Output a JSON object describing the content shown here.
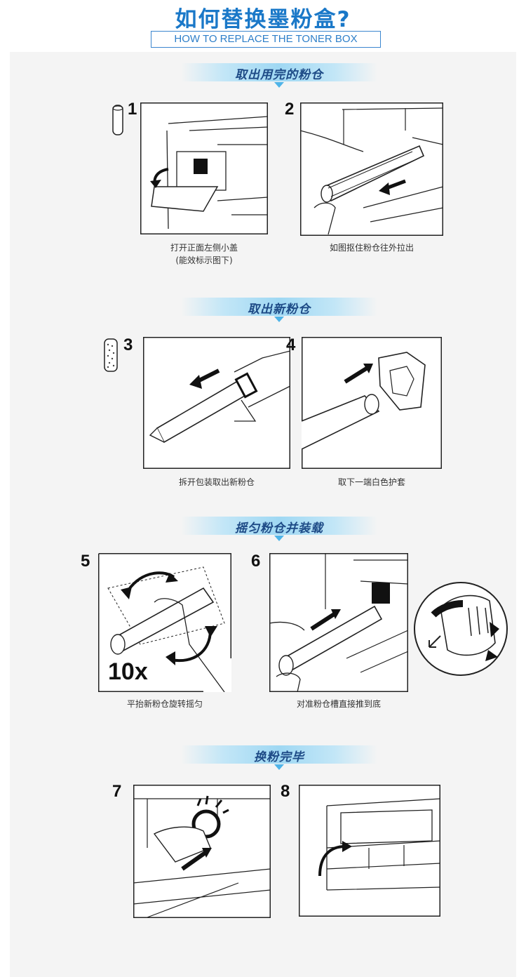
{
  "header": {
    "title": "如何替换墨粉盒?",
    "subtitle": "HOW TO REPLACE THE TONER BOX"
  },
  "sections": [
    {
      "label": "取出用完的粉仓"
    },
    {
      "label": "取出新粉仓"
    },
    {
      "label": "摇匀粉仓并装载"
    },
    {
      "label": "换粉完毕"
    }
  ],
  "steps": [
    {
      "num": "1",
      "caption": "打开正面左侧小盖",
      "caption2": "(能效标示图下)"
    },
    {
      "num": "2",
      "caption": "如图抠住粉仓往外拉出"
    },
    {
      "num": "3",
      "caption": "拆开包装取出新粉仓"
    },
    {
      "num": "4",
      "caption": "取下一端白色护套"
    },
    {
      "num": "5",
      "caption": "平抬新粉仓旋转摇匀",
      "badge": "10x"
    },
    {
      "num": "6",
      "caption": "对准粉仓槽直接推到底"
    },
    {
      "num": "7"
    },
    {
      "num": "8"
    }
  ],
  "colors": {
    "title": "#1a78c8",
    "banner_text": "#1d4a86",
    "banner_bg": "#9fd8f3",
    "panel_bg": "#f4f4f4"
  }
}
